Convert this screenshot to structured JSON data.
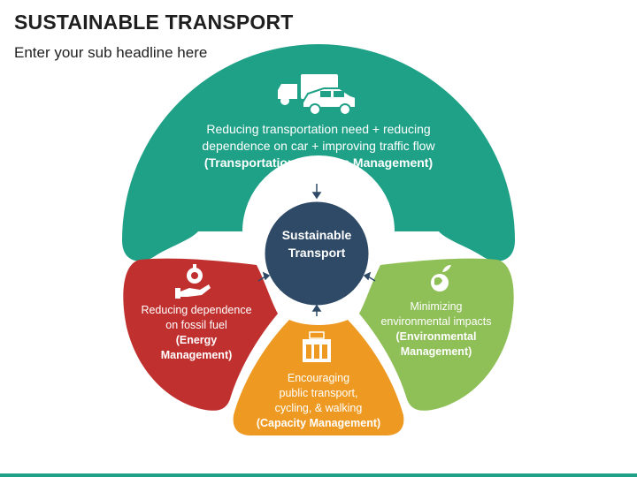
{
  "slide": {
    "title": "SUSTAINABLE TRANSPORT",
    "subtitle": "Enter your sub headline here"
  },
  "center": {
    "label_line1": "Sustainable",
    "label_line2": "Transport",
    "color": "#2e4a66"
  },
  "segments": [
    {
      "id": "top",
      "icon": "truck-car-icon",
      "color": "#1fa187",
      "line1": "Reducing transportation need + reducing",
      "line2": "dependence on car + improving traffic flow",
      "bold": "(Transportation Systems Management)"
    },
    {
      "id": "left",
      "icon": "fuel-hand-icon",
      "color": "#c0302f",
      "line1": "Reducing dependence",
      "line2": "on fossil fuel",
      "bold1": "(Energy",
      "bold2": "Management)"
    },
    {
      "id": "bottom",
      "icon": "public-transport-icon",
      "color": "#ee9a22",
      "line1": "Encouraging",
      "line2": "public transport,",
      "line3": "cycling, & walking",
      "bold": "(Capacity Management)"
    },
    {
      "id": "right",
      "icon": "eco-globe-icon",
      "color": "#8fbf57",
      "line1": "Minimizing",
      "line2": "environmental impacts",
      "bold1": "(Environmental",
      "bold2": "Management)"
    }
  ]
}
